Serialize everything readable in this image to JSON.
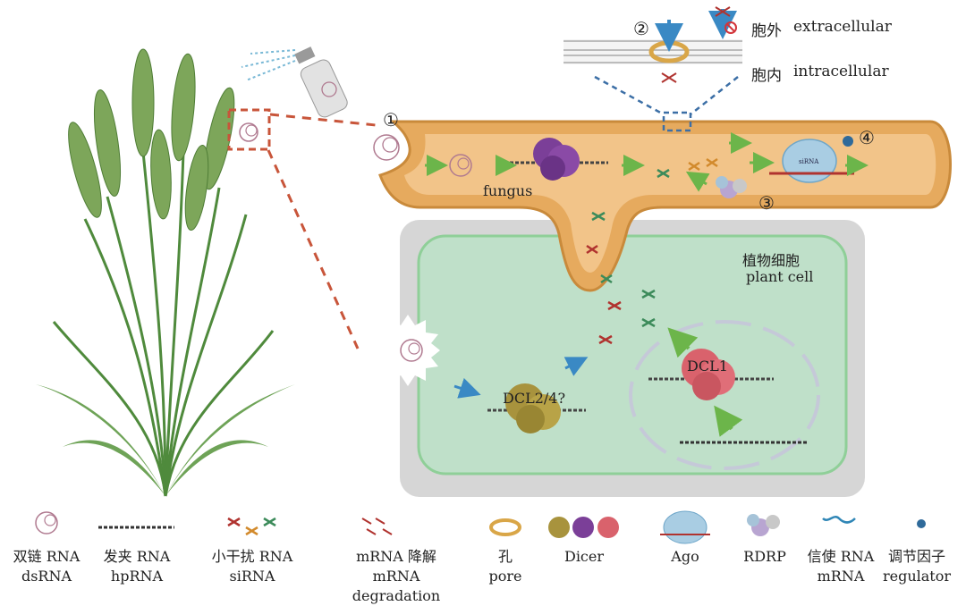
{
  "figure": {
    "markers": {
      "step1": "①",
      "step2": "②",
      "step3": "③",
      "step4": "④"
    },
    "membrane": {
      "extracellular_zh": "胞外",
      "extracellular_en": "extracellular",
      "intracellular_zh": "胞内",
      "intracellular_en": "intracellular"
    },
    "fungus_label": "fungus",
    "plant_cell_zh": "植物细胞",
    "plant_cell_en": "plant cell",
    "dcl1_label": "DCL1",
    "dcl24_label": "DCL2/4?",
    "sirna_tag": "siRNA"
  },
  "legend": [
    {
      "zh": "双链 RNA",
      "en": "dsRNA",
      "icon": "dsrna-icon"
    },
    {
      "zh": "发夹 RNA",
      "en": "hpRNA",
      "icon": "hprna-icon"
    },
    {
      "zh": "小干扰 RNA",
      "en": "siRNA",
      "icon": "sirna-icon"
    },
    {
      "zh": "mRNA 降解",
      "en": "mRNA degradation",
      "icon": "mrna-degradation-icon"
    },
    {
      "zh": "孔",
      "en": "pore",
      "icon": "pore-icon"
    },
    {
      "zh": "",
      "en": "Dicer",
      "icon": "dicer-icon"
    },
    {
      "zh": "",
      "en": "Ago",
      "icon": "ago-icon"
    },
    {
      "zh": "",
      "en": "RDRP",
      "icon": "rdrp-icon"
    },
    {
      "zh": "信使 RNA",
      "en": "mRNA",
      "icon": "mrna-icon"
    },
    {
      "zh": "调节因子",
      "en": "regulator",
      "icon": "regulator-icon"
    }
  ],
  "colors": {
    "fungus_fill": "#e6aa5e",
    "fungus_stroke": "#c98a3b",
    "plant_outer": "#d6d6d6",
    "plant_inner": "#bfe0c9",
    "plant_border": "#8fcf98",
    "dicer_purple": "#7b3f98",
    "dcl1_red": "#d9626c",
    "dcl24_olive": "#a8933d",
    "wheat_green": "#6f9d4e",
    "arrow_blue": "#3a89c4",
    "arrow_green": "#6cb54a",
    "dashed_red": "#c8553a"
  }
}
